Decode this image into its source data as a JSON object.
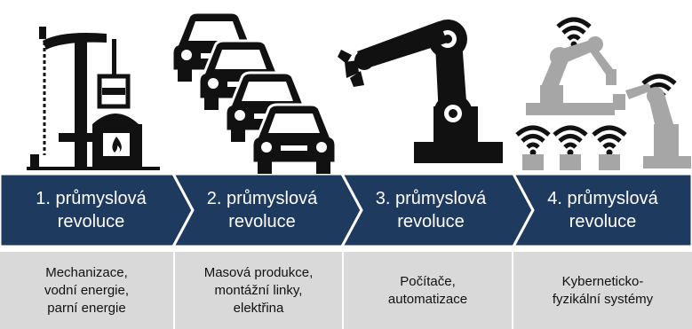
{
  "colors": {
    "arrow_fill": "#1f3a5f",
    "arrow_divider": "#ffffff",
    "description_bg": "#d9d9d9",
    "icon_dark": "#111111",
    "icon_gray": "#a6a6a6"
  },
  "stages": [
    {
      "title": "1. průmyslová\nrevoluce",
      "description": "Mechanizace,\nvodní energie,\nparní energie",
      "icon": "steam-engine-icon"
    },
    {
      "title": "2. průmyslová\nrevoluce",
      "description": "Masová produkce,\nmontážní linky,\nelektřina",
      "icon": "assembly-line-cars-icon"
    },
    {
      "title": "3. průmyslová\nrevoluce",
      "description": "Počítače,\nautomatizace",
      "icon": "robotic-arm-icon"
    },
    {
      "title": "4. průmyslová\nrevoluce",
      "description": "Kyberneticko-\nfyzikální systémy",
      "icon": "connected-robots-wifi-icon"
    }
  ]
}
